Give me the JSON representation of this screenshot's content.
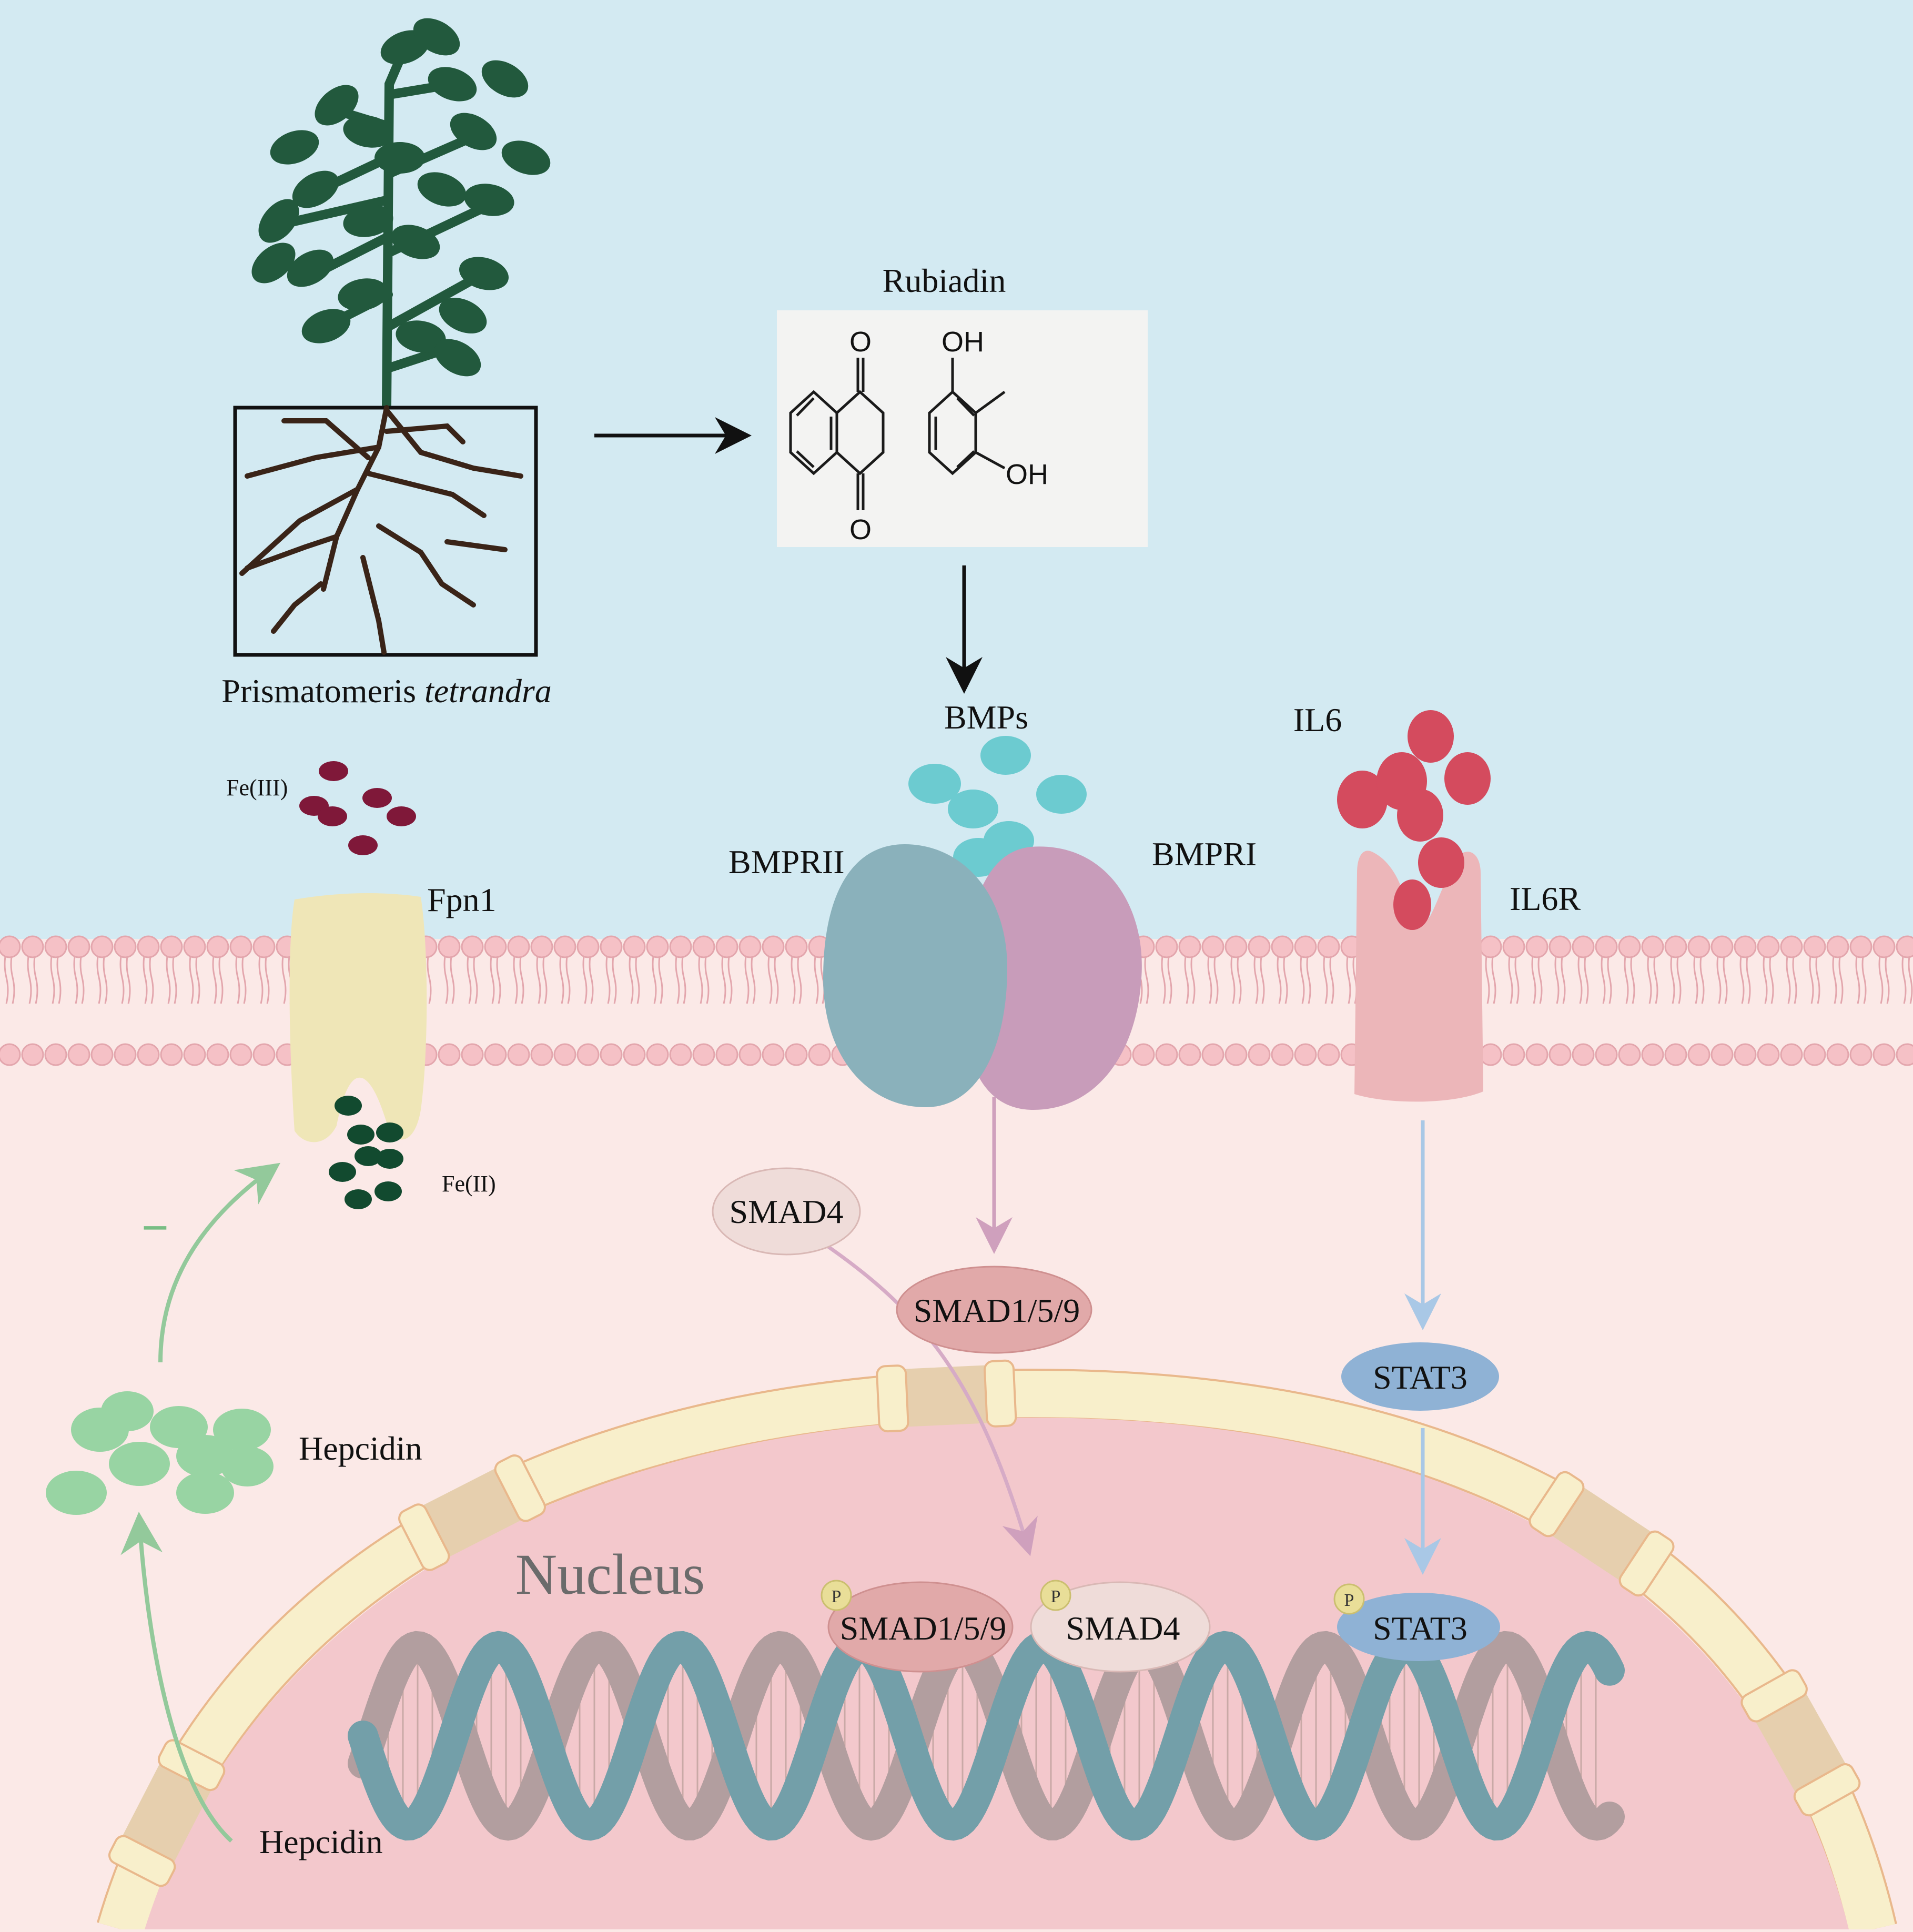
{
  "plant": {
    "genus": "Prismatomeris ",
    "species": "tetrandra"
  },
  "compound": {
    "name": "Rubiadin",
    "atom_o_top": "O",
    "atom_o_bottom": "O",
    "atom_oh_top": "OH",
    "atom_oh_right": "OH"
  },
  "ligands": {
    "bmps": "BMPs",
    "il6": "IL6",
    "fe3": "Fe(III)",
    "fe2": "Fe(II)"
  },
  "receptors": {
    "bmpr2": "BMPRII",
    "bmpr1": "BMPRI",
    "il6r": "IL6R",
    "fpn1": "Fpn1"
  },
  "cytoplasm": {
    "smad4": "SMAD4",
    "smad159": "SMAD1/5/9",
    "stat3": "STAT3",
    "inhibition": "−"
  },
  "hepcidin": {
    "secreted": "Hepcidin",
    "gene": "Hepcidin"
  },
  "nucleus": {
    "label": "Nucleus",
    "smad159": "SMAD1/5/9",
    "smad4": "SMAD4",
    "stat3": "STAT3",
    "phospho": "P"
  },
  "colors": {
    "extracellular": "#d3eaf2",
    "cytoplasm": "#fbe9e7",
    "nucleus": "#f3c8cc",
    "nuclear_envelope": "#f8efcb",
    "leaf": "#22593d",
    "root": "#3a2418",
    "bmp": "#6ccbd0",
    "il6": "#d44b5e",
    "fe3": "#7f1839",
    "fe2": "#124a2f",
    "bmpr2": "#8ab1bb",
    "bmpr1": "#c89cba",
    "il6r": "#ecb6b9",
    "fpn1": "#efe6b7",
    "smad4": "#efdcd9",
    "smad159": "#e1a9a9",
    "stat3": "#8fb2d5",
    "hepcidin": "#98d4a3",
    "dna_blue": "#739fa9",
    "dna_mauve": "#b29e9f"
  }
}
